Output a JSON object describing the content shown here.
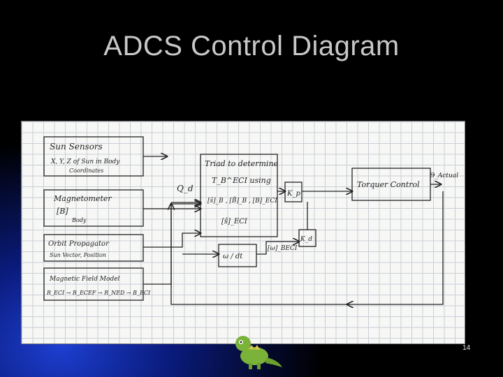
{
  "slide": {
    "title": "ADCS Control Diagram",
    "page_number": "14"
  },
  "diagram": {
    "sun_sensors": {
      "title": "Sun Sensors",
      "line1": "X, Y, Z of Sun in Body",
      "line2": "Coordinates"
    },
    "magnetometer": {
      "title": "Magnetometer",
      "line1": "[B]",
      "line2": "Body"
    },
    "orbit_propagator": {
      "title": "Orbit Propagator",
      "line1": "Sun Vector, Position"
    },
    "magnetic_field_model": {
      "title": "Magnetic Field Model",
      "line1": "R_ECI → R_ECEF → R_NED → B_ECI"
    },
    "triad": {
      "title": "Triad to determine",
      "line1": "T_B^ECI using",
      "line2": "[ŝ]_B , [B̂]_B , [B]_ECI",
      "line3": "[ŝ]_ECI"
    },
    "q_d": "Q_d",
    "gain": "K_p",
    "omega_block": "ω / dt",
    "omega_label": "[ω]_BECI",
    "rate_gain": "K_d",
    "torquer_control": "Torquer Control",
    "output": "Θ_Actual"
  },
  "colors": {
    "title": "#c8c8c8",
    "paper": "#f7f7f5",
    "grid": "#c9cfd6",
    "ink": "#222222"
  }
}
